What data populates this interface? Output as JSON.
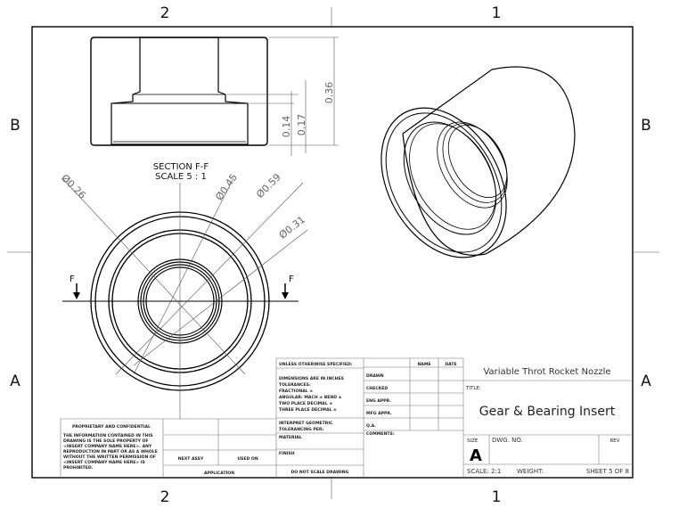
{
  "zones": {
    "top": [
      "2",
      "1"
    ],
    "bottom": [
      "2",
      "1"
    ],
    "left": [
      "B",
      "A"
    ],
    "right": [
      "B",
      "A"
    ]
  },
  "section_view": {
    "label": "SECTION F-F",
    "scale": "SCALE 5 : 1",
    "dimensions": [
      "0.36",
      "0.17",
      "0.14"
    ]
  },
  "front_view": {
    "dimensions": [
      "Ø0.26",
      "Ø0.45",
      "Ø0.59",
      "Ø0.31"
    ],
    "cut_label": "F"
  },
  "title_block": {
    "unless": "UNLESS OTHERWISE SPECIFIED:",
    "spec_lines": [
      "DIMENSIONS ARE IN INCHES",
      "TOLERANCES:",
      "FRACTIONAL ±",
      "ANGULAR: MACH ±   BEND ±",
      "TWO PLACE DECIMAL  ±",
      "THREE PLACE DECIMAL  ±"
    ],
    "interpret": [
      "INTERPRET GEOMETRIC",
      "TOLERANCING PER:"
    ],
    "material": "MATERIAL",
    "finish": "FINISH",
    "do_not_scale": "DO NOT SCALE DRAWING",
    "name_header": "NAME",
    "date_header": "DATE",
    "rows": [
      "DRAWN",
      "CHECKED",
      "ENG APPR.",
      "MFG APPR.",
      "Q.A.",
      "COMMENTS:"
    ],
    "proprietary_title": "PROPRIETARY AND CONFIDENTIAL",
    "proprietary_text": [
      "THE INFORMATION CONTAINED IN THIS",
      "DRAWING IS THE SOLE PROPERTY OF",
      "<INSERT COMPANY NAME HERE>. ANY",
      "REPRODUCTION IN PART OR AS A WHOLE",
      "WITHOUT THE WRITTEN PERMISSION OF",
      "<INSERT COMPANY NAME HERE> IS",
      "PROHIBITED."
    ],
    "next_assy": "NEXT ASSY",
    "used_on": "USED ON",
    "application": "APPLICATION",
    "project": "Variable Throt Rocket Nozzle",
    "title_label": "TITLE:",
    "title": "Gear & Bearing Insert",
    "size_label": "SIZE",
    "size": "A",
    "dwg_no_label": "DWG.  NO.",
    "rev_label": "REV",
    "scale": "SCALE: 2:1",
    "weight": "WEIGHT:",
    "sheet": "SHEET 5 OF 8"
  }
}
